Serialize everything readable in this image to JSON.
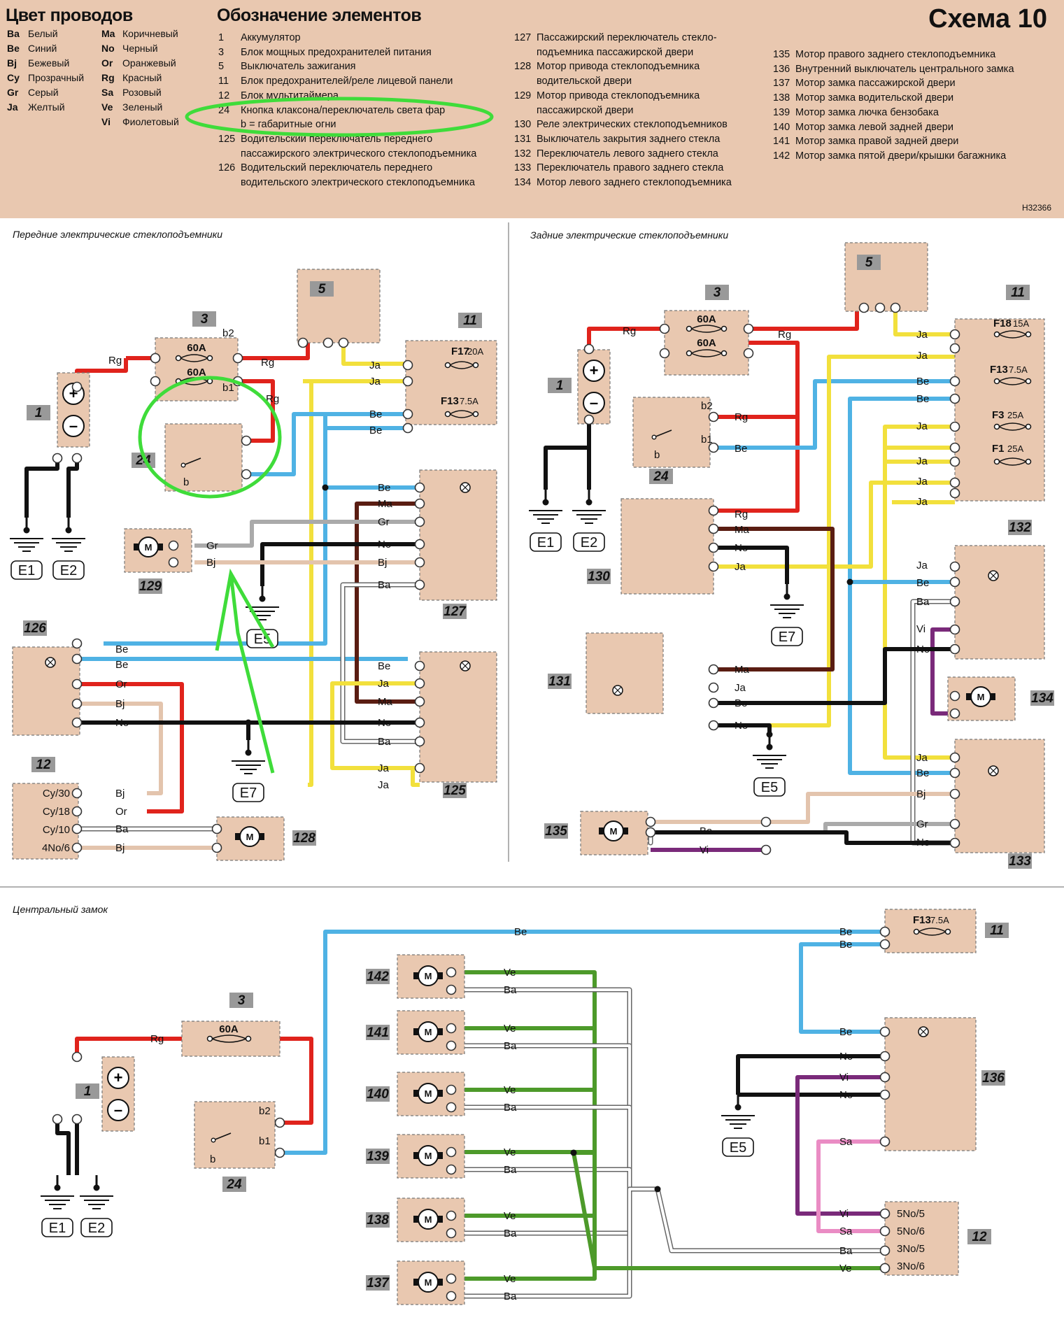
{
  "header": {
    "wire_colors_title": "Цвет проводов",
    "elements_title": "Обозначение элементов",
    "scheme_title": "Схема 10",
    "ref_code": "H32366",
    "wire_colors_col1": [
      {
        "code": "Ba",
        "name": "Белый"
      },
      {
        "code": "Be",
        "name": "Синий"
      },
      {
        "code": "Bj",
        "name": "Бежевый"
      },
      {
        "code": "Cy",
        "name": "Прозрачный"
      },
      {
        "code": "Gr",
        "name": "Серый"
      },
      {
        "code": "Ja",
        "name": "Желтый"
      }
    ],
    "wire_colors_col2": [
      {
        "code": "Ma",
        "name": "Коричневый"
      },
      {
        "code": "No",
        "name": "Черный"
      },
      {
        "code": "Or",
        "name": "Оранжевый"
      },
      {
        "code": "Rg",
        "name": "Красный"
      },
      {
        "code": "Sa",
        "name": "Розовый"
      },
      {
        "code": "Ve",
        "name": "Зеленый"
      },
      {
        "code": "Vi",
        "name": "Фиолетовый"
      }
    ],
    "legend_col1": [
      {
        "n": "1",
        "t": "Аккумулятор"
      },
      {
        "n": "3",
        "t": "Блок мощных предохранителей питания"
      },
      {
        "n": "5",
        "t": "Выключатель зажигания"
      },
      {
        "n": "11",
        "t": "Блок предохранителей/реле лицевой панели"
      },
      {
        "n": "12",
        "t": "Блок мультитаймера"
      },
      {
        "n": "24",
        "t": "Кнопка клаксона/переключатель света фар"
      },
      {
        "n": "",
        "t": "b = габаритные огни"
      },
      {
        "n": "125",
        "t": "Водительский переключатель переднего"
      },
      {
        "n": "",
        "t": "пассажирского электрического стеклоподъемника"
      },
      {
        "n": "126",
        "t": "Водительский переключатель переднего"
      },
      {
        "n": "",
        "t": "водительского электрического стеклоподъемника"
      }
    ],
    "legend_col2": [
      {
        "n": "127",
        "t": "Пассажирский переключатель стекло-"
      },
      {
        "n": "",
        "t": "подъемника пассажирской двери"
      },
      {
        "n": "128",
        "t": "Мотор привода стеклоподъемника"
      },
      {
        "n": "",
        "t": "водительской двери"
      },
      {
        "n": "129",
        "t": "Мотор привода стеклоподъемника"
      },
      {
        "n": "",
        "t": "пассажирской двери"
      },
      {
        "n": "130",
        "t": "Реле электрических стеклоподъемников"
      },
      {
        "n": "131",
        "t": "Выключатель закрытия заднего стекла"
      },
      {
        "n": "132",
        "t": "Переключатель левого заднего стекла"
      },
      {
        "n": "133",
        "t": "Переключатель правого заднего стекла"
      },
      {
        "n": "134",
        "t": "Мотор левого заднего стеклоподъемника"
      }
    ],
    "legend_col3": [
      {
        "n": "135",
        "t": "Мотор правого заднего стеклоподъемника"
      },
      {
        "n": "136",
        "t": "Внутренний выключатель центрального замка"
      },
      {
        "n": "137",
        "t": "Мотор замка пассажирской двери"
      },
      {
        "n": "138",
        "t": "Мотор замка водительской двери"
      },
      {
        "n": "139",
        "t": "Мотор замка лючка бензобака"
      },
      {
        "n": "140",
        "t": "Мотор замка левой задней двери"
      },
      {
        "n": "141",
        "t": "Мотор замка правой задней двери"
      },
      {
        "n": "142",
        "t": "Мотор замка пятой двери/крышки багажника"
      }
    ]
  },
  "sections": {
    "front": "Передние электрические стеклоподъемники",
    "rear": "Задние электрические стеклоподъемники",
    "lock": "Центральный замок"
  },
  "diagram": {
    "ground_labels": {
      "E1": "E1",
      "E2": "E2",
      "E5": "E5",
      "E7": "E7"
    },
    "fuses": {
      "f60a": "60A",
      "f17": "F17",
      "f17v": "20A",
      "f13": "F13",
      "f13v": "7.5A",
      "f18": "F18",
      "f18v": "15A",
      "f3": "F3",
      "f3v": "25A",
      "f1": "F1",
      "f1v": "25A"
    },
    "timer_pins": [
      "Cy/30",
      "Cy/18",
      "Cy/10",
      "4No/6"
    ],
    "lock_timer_pins": [
      "5No/5",
      "5No/6",
      "3No/5",
      "3No/6"
    ],
    "colors": {
      "Rg": "#e0231c",
      "Be": "#4fb2e4",
      "Ja": "#f2e03c",
      "No": "#111111",
      "Gr": "#aaaaaa",
      "Bj": "#e3c4ad",
      "Ma": "#5a1d12",
      "Or": "#e0231c",
      "Ba": "#ffffff",
      "Ve": "#4d9a2a",
      "Vi": "#7a2a7a",
      "Sa": "#ea8cc4",
      "box": "#e9c8b0",
      "annot": "#3fdc3a"
    }
  }
}
